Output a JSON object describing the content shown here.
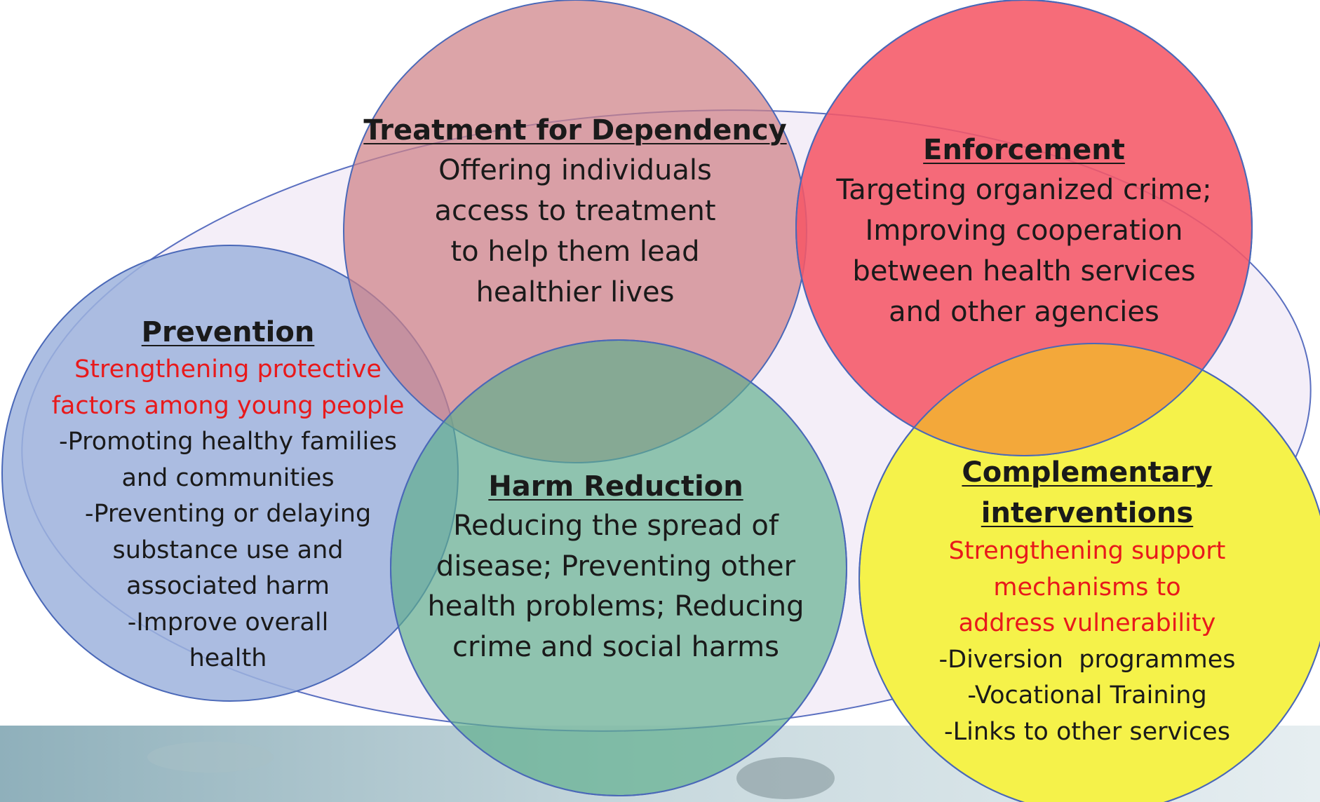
{
  "colors": {
    "background_band": "#b9cfd6",
    "big_ellipse_fill": "#f0e8f6",
    "big_ellipse_stroke": "#5a6fc0",
    "treatment": "#d99a9e",
    "enforcement": "#f7707a",
    "prevention": "#9db3dd",
    "harm_reduction": "#86bfa6",
    "complementary": "#f5f24a",
    "overlap_enf_comp": "#f3a83a",
    "red_text": "#e8191b"
  },
  "circles": {
    "treatment": {
      "title": "Treatment for Dependency",
      "lines": [
        "Offering individuals",
        "access to treatment",
        "to help them lead",
        "healthier lives"
      ]
    },
    "enforcement": {
      "title": "Enforcement",
      "lines": [
        "Targeting organized crime;",
        "Improving cooperation",
        "between health services",
        "and other agencies"
      ]
    },
    "prevention": {
      "title": "Prevention",
      "red_lines": [
        "Strengthening protective",
        "factors among young people"
      ],
      "lines": [
        "-Promoting healthy families",
        "and communities",
        "-Preventing or delaying",
        "substance use and",
        "associated harm",
        "-Improve overall",
        "health"
      ]
    },
    "harm_reduction": {
      "title": "Harm Reduction",
      "lines": [
        "Reducing the spread of",
        "disease; Preventing other",
        "health problems; Reducing",
        "crime and social harms"
      ]
    },
    "complementary": {
      "title_lines": [
        "Complementary",
        "interventions"
      ],
      "red_lines": [
        "Strengthening support",
        "mechanisms to",
        "address vulnerability"
      ],
      "lines": [
        "-Diversion  programmes",
        "-Vocational Training",
        "-Links to other services"
      ]
    }
  }
}
